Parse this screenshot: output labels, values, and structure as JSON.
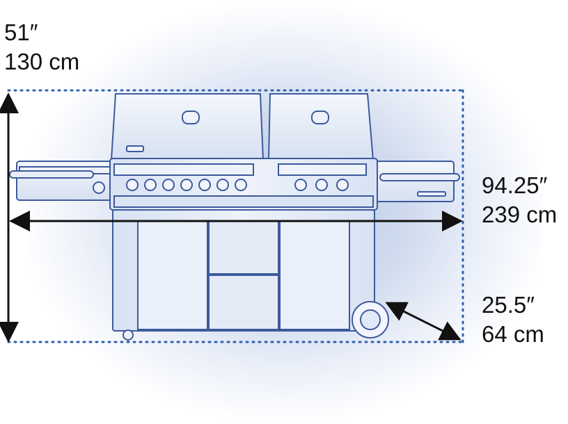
{
  "height": {
    "imperial": "51″",
    "metric": "130 cm"
  },
  "width": {
    "imperial": "94.25″",
    "metric": "239 cm"
  },
  "depth": {
    "imperial": "25.5″",
    "metric": "64 cm"
  },
  "colors": {
    "outline": "#3c5a9c",
    "fill": "#dfe7f5",
    "panel": "#eef2fa",
    "dotted_line": "#2f5fb0",
    "arrow": "#111111",
    "background_glow": "#b9c9e4"
  },
  "icons": [
    "grill-illustration",
    "dimension-arrow"
  ]
}
